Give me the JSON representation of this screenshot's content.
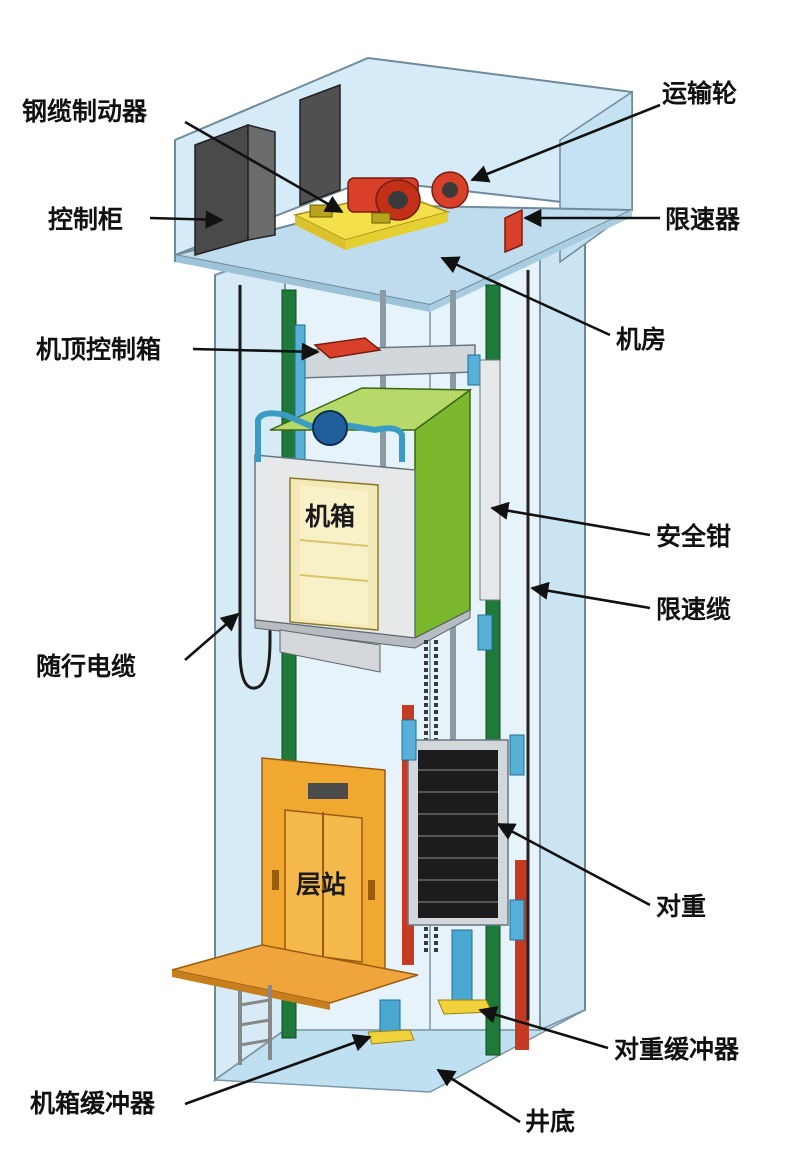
{
  "labels": {
    "steel_cable_brake": "钢缆制动器",
    "transport_wheel": "运输轮",
    "control_cabinet": "控制柜",
    "speed_limiter": "限速器",
    "machine_room": "机房",
    "car_top_control_box": "机顶控制箱",
    "car": "机箱",
    "safety_gear": "安全钳",
    "governor_rope": "限速缆",
    "traveling_cable": "随行电缆",
    "landing": "层站",
    "counterweight": "对重",
    "counterweight_buffer": "对重缓冲器",
    "car_buffer": "机箱缓冲器",
    "pit": "井底"
  },
  "colors": {
    "shaft_glass": "#cfe8f4",
    "rail_green": "#1f7a3a",
    "car_green": "#8cc63f",
    "counterweight_black": "#1c1c1c",
    "door_orange": "#f0a830",
    "motor_red": "#d8402a",
    "buffer_yellow": "#f2d23a"
  }
}
